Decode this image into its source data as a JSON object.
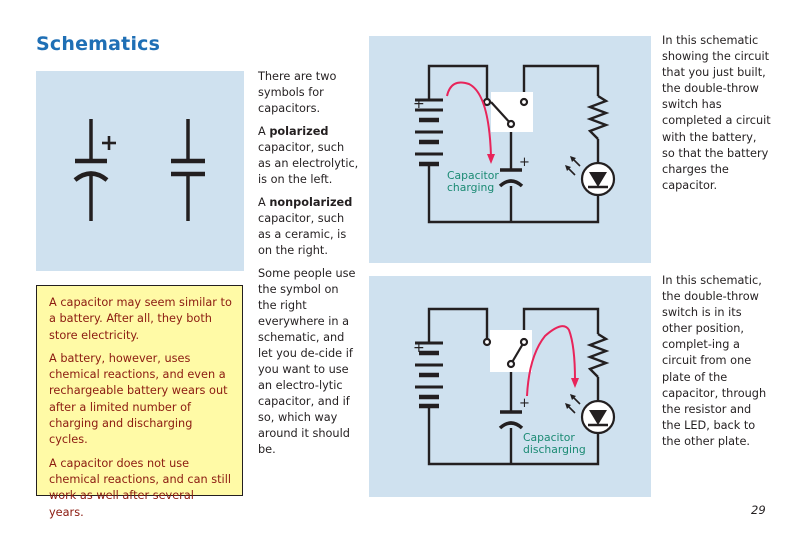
{
  "page": {
    "title": "Schematics",
    "page_number": "29"
  },
  "symbols": {
    "polarized_sign": "+"
  },
  "intro": {
    "p1": "There are two symbols for capacitors.",
    "p2_a": "A ",
    "p2_bold": "polarized",
    "p2_b": " capacitor, such as an electrolytic, is on the left.",
    "p3_a": "A ",
    "p3_bold": "nonpolarized",
    "p3_b": " capacitor, such as a ceramic, is on the right.",
    "p4": "Some people use the symbol on the right everywhere in a schematic, and let you de-cide if you want to use an electro-lytic capacitor, and if so, which way around it should be."
  },
  "note": {
    "p1": "A capacitor may seem similar to a battery. After all, they both store electricity.",
    "p2": "A battery, however, uses chemical reactions, and even a rechargeable battery wears out after a limited number of charging and discharging cycles.",
    "p3": "A capacitor does not use chemical reactions, and can still work as well after several years."
  },
  "diagram1": {
    "label_line1": "Capacitor",
    "label_line2": "charging",
    "plus_battery": "+",
    "plus_capacitor": "+",
    "caption": "In this schematic showing the circuit that you just built, the double-throw switch has completed a circuit with the battery, so that the battery charges the capacitor."
  },
  "diagram2": {
    "label_line1": "Capacitor",
    "label_line2": "discharging",
    "plus_battery": "+",
    "plus_capacitor": "+",
    "caption": "In this schematic, the double-throw switch is in its other position, complet-ing a circuit from one plate of the capacitor, through the resistor and the LED, back to the other plate."
  },
  "colors": {
    "title": "#1f6fb5",
    "panel": "#cfe1ef",
    "note_bg": "#fffaa6",
    "note_text": "#8b1a10",
    "arrow": "#e8245a",
    "label": "#1a8a73"
  }
}
